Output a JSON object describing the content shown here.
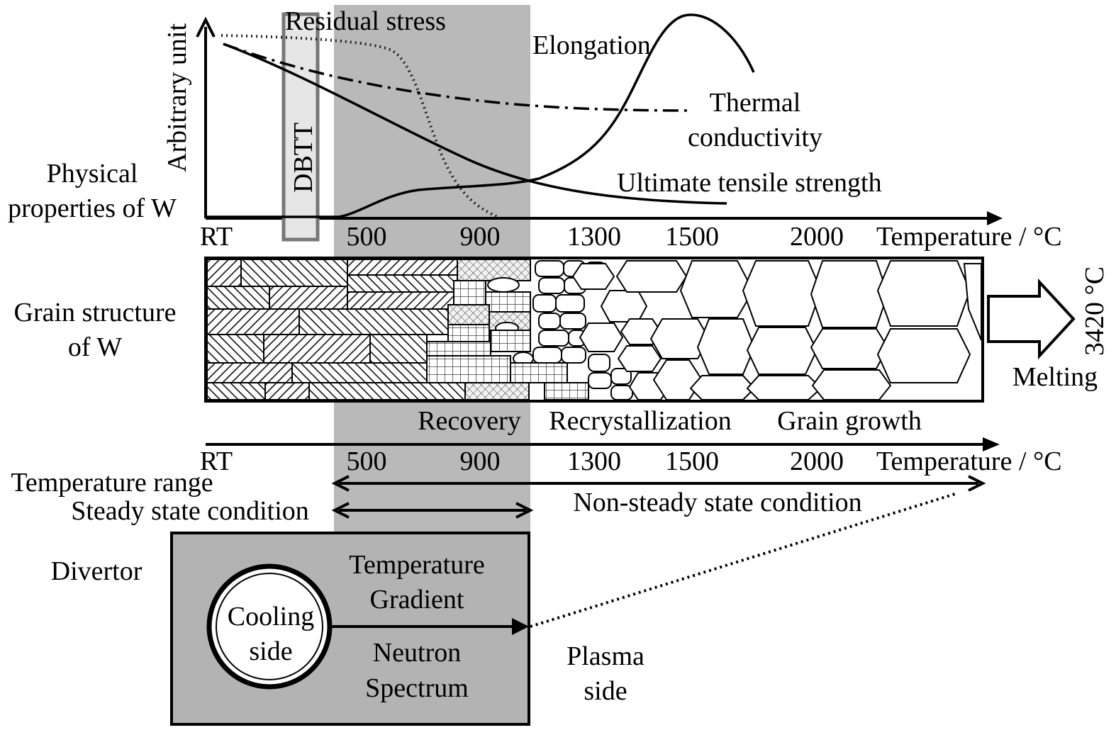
{
  "chart": {
    "y_axis_label": "Arbitrary unit",
    "x_axis_label": "Temperature / °C",
    "row_label_1": "Physical",
    "row_label_2": "properties of W",
    "tick_labels": [
      "RT",
      "500",
      "900",
      "1300",
      "1500",
      "2000"
    ],
    "dbtt_label": "DBTT",
    "curve_labels": {
      "residual_stress": "Residual stress",
      "elongation": "Elongation",
      "thermal_conductivity_1": "Thermal",
      "thermal_conductivity_2": "conductivity",
      "ultimate_tensile_strength": "Ultimate tensile strength"
    }
  },
  "grain": {
    "row_label_1": "Grain structure",
    "row_label_2": "of W",
    "melting_temp": "3420 °C",
    "melting_label": "Melting",
    "stages": [
      "Recovery",
      "Recrystallization",
      "Grain growth"
    ],
    "tick_labels": [
      "RT",
      "500",
      "900",
      "1300",
      "1500",
      "2000"
    ],
    "x_axis_label": "Temperature / °C"
  },
  "ranges": {
    "temperature_range": "Temperature range",
    "steady_state": "Steady state condition",
    "non_steady_state": "Non-steady state condition"
  },
  "divertor": {
    "label": "Divertor",
    "cooling_1": "Cooling",
    "cooling_2": "side",
    "gradient_1": "Temperature",
    "gradient_2": "Gradient",
    "neutron_1": "Neutron",
    "neutron_2": "Spectrum",
    "plasma_1": "Plasma",
    "plasma_2": "side"
  }
}
